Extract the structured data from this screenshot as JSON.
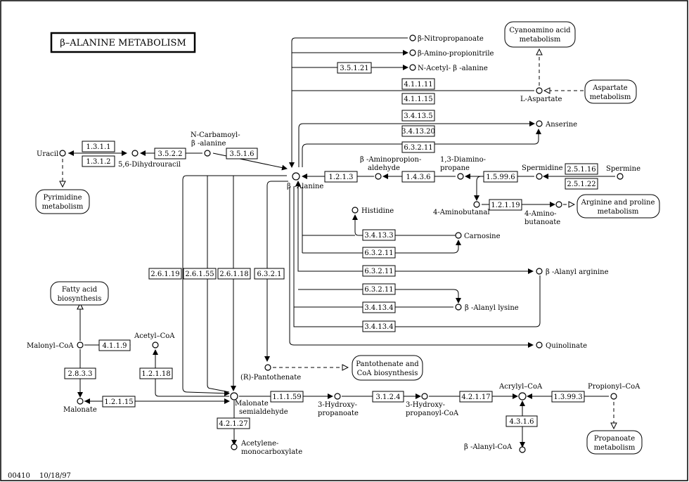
{
  "title": "β–ALANINE METABOLISM",
  "footer": {
    "map_id": "00410",
    "date": "10/18/97"
  },
  "compounds": {
    "nitropropanoate": "β-Nitropropanoate",
    "aminopropionitrile": "β-Amino-propionitrile",
    "acetyl_b_alanine": "N-Acetyl- β -alanine",
    "l_aspartate": "L-Aspartate",
    "anserine": "Anserine",
    "uracil": "Uracil",
    "dihydrouracil": "5,6-Dihydrouracil",
    "carbamoyl_1": "N-Carbamoyl-",
    "carbamoyl_2": "β -alanine",
    "b_alanine": "β –Alanine",
    "aminopropionaldehyde_1": "β -Aminopropion-",
    "aminopropionaldehyde_2": "aldehyde",
    "diaminopropane_1": "1,3-Diamino-",
    "diaminopropane_2": "propane",
    "spermidine": "Spermidine",
    "spermine": "Spermine",
    "aminobutanal": "4-Aminobutanal",
    "aminobutanoate_1": "4-Amino-",
    "aminobutanoate_2": "butanoate",
    "histidine": "Histidine",
    "carnosine": "Carnosine",
    "alanyl_arginine": "β -Alanyl arginine",
    "alanyl_lysine": "β -Alanyl lysine",
    "quinolinate": "Quinolinate",
    "pantothenate": "(R)-Pantothenate",
    "malonyl_coa": "Malonyl–CoA",
    "acetyl_coa": "Acetyl–CoA",
    "malonate": "Malonate",
    "malonate_semi_1": "Malonate",
    "malonate_semi_2": "semialdehyde",
    "hydroxypropanoate_1": "3-Hydroxy-",
    "hydroxypropanoate_2": "propanoate",
    "hydroxypropanoyl_1": "3-Hydroxy-",
    "hydroxypropanoyl_2": "propanoyl-CoA",
    "acrylyl_coa": "Acrylyl–CoA",
    "propionyl_coa": "Propionyl–CoA",
    "alanyl_coa": "β -Alanyl-CoA",
    "acetylene_1": "Acetylene-",
    "acetylene_2": "monocarboxylate"
  },
  "enzymes": {
    "e3_5_1_21": "3.5.1.21",
    "e4_1_1_11": "4.1.1.11",
    "e4_1_1_15": "4.1.1.15",
    "e3_4_13_5": "3.4.13.5",
    "e3_4_13_20": "3.4.13.20",
    "e6_3_2_11a": "6.3.2.11",
    "e1_3_1_1": "1.3.1.1",
    "e1_3_1_2": "1.3.1.2",
    "e3_5_2_2": "3.5.2.2",
    "e3_5_1_6": "3.5.1.6",
    "e1_2_1_3": "1.2.1.3",
    "e1_4_3_6": "1.4.3.6",
    "e1_5_99_6": "1.5.99.6",
    "e2_5_1_16": "2.5.1.16",
    "e2_5_1_22": "2.5.1.22",
    "e1_2_1_19": "1.2.1.19",
    "e3_4_13_3": "3.4.13.3",
    "e6_3_2_11b": "6.3.2.11",
    "e6_3_2_11c": "6.3.2.11",
    "e6_3_2_11d": "6.3.2.11",
    "e3_4_13_4a": "3.4.13.4",
    "e3_4_13_4b": "3.4.13.4",
    "e2_6_1_19": "2.6.1.19",
    "e2_6_1_55": "2.6.1.55",
    "e2_6_1_18": "2.6.1.18",
    "e6_3_2_1": "6.3.2.1",
    "e4_1_1_9": "4.1.1.9",
    "e2_8_3_3": "2.8.3.3",
    "e1_2_1_18": "1.2.1.18",
    "e1_2_1_15": "1.2.1.15",
    "e1_1_1_59": "1.1.1.59",
    "e3_1_2_4": "3.1.2.4",
    "e4_2_1_17": "4.2.1.17",
    "e1_3_99_3": "1.3.99.3",
    "e4_3_1_6": "4.3.1.6",
    "e4_2_1_27": "4.2.1.27"
  },
  "maps": {
    "cyanoamino_1": "Cyanoamino acid",
    "cyanoamino_2": "metabolism",
    "aspartate_1": "Aspartate",
    "aspartate_2": "metabolism",
    "pyrimidine_1": "Pyrimidine",
    "pyrimidine_2": "metabolism",
    "arginine_1": "Arginine and proline",
    "arginine_2": "metabolism",
    "fatty_1": "Fatty acid",
    "fatty_2": "biosynthesis",
    "pantothenate_1": "Pantothenate and",
    "pantothenate_2": "CoA biosynthesis",
    "propanoate_1": "Propanoate",
    "propanoate_2": "metabolism"
  }
}
